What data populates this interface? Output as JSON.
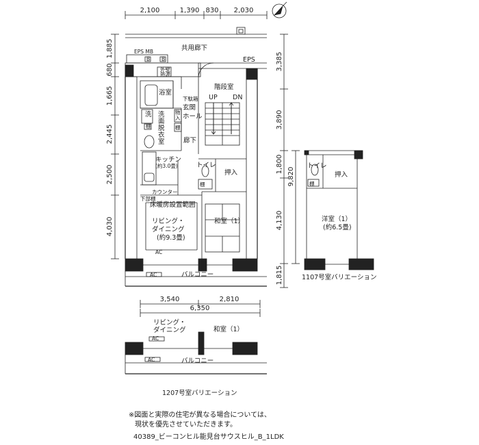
{
  "dims_top": [
    "2,100",
    "1,390",
    "830",
    "2,030"
  ],
  "dims_left": [
    "1,885",
    "680",
    "1,665",
    "2,445",
    "2,500",
    "4,030"
  ],
  "dims_right_inner": [
    "3,385",
    "3,890",
    "1,800",
    "4,130",
    "1,815"
  ],
  "dims_right_total": "9,820",
  "dims_bottom": [
    "3,540",
    "2,810"
  ],
  "dims_bottom_total": "6,350",
  "rooms": {
    "corridor": "共用廊下",
    "eps_mb": "EPS MB",
    "eps": "EPS",
    "meter": "B",
    "outdoor_unit": [
      "外壁",
      "熱源"
    ],
    "stairs": "階段室",
    "up": "UP",
    "dn": "DN",
    "bath": "浴室",
    "wash": "洗",
    "wash_shelf": "棚",
    "dressing": [
      "洗",
      "面",
      "脱",
      "衣",
      "室"
    ],
    "shoe_box": "下駄箱",
    "entrance": "玄関",
    "hall": "ホール",
    "storage_small": [
      "物",
      "入"
    ],
    "shelf": "棚",
    "hallway": "廊下",
    "kitchen": "キッチン",
    "kitchen_size": "(約3.0畳)",
    "toilet": "トイレ",
    "closet": "押入",
    "counter": "カウンター",
    "cupboard": "下部棚",
    "floor_heat": "床暖房設置範囲",
    "living_1": "リビング・",
    "living_2": "ダイニング",
    "living_size": "(約9.3畳)",
    "washitsu": "和室（1）",
    "balcony": "バルコニー",
    "ac": "AC"
  },
  "variation_1107": {
    "toilet": "トイレ",
    "closet": "押入",
    "room": "洋室（1）",
    "size": "(約6.5畳)",
    "caption": "1107号室バリエーション"
  },
  "variation_1207": {
    "living_1": "リビング・",
    "living_2": "ダイニング",
    "washitsu": "和室（1）",
    "balcony": "バルコニー",
    "caption": "1207号室バリエーション"
  },
  "note_1": "※図面と実際の住宅が異なる場合については、",
  "note_2": "現状を優先させていただきます。",
  "file_label": "40389_ビーコンヒル能見台サウスヒル_B_1LDK"
}
